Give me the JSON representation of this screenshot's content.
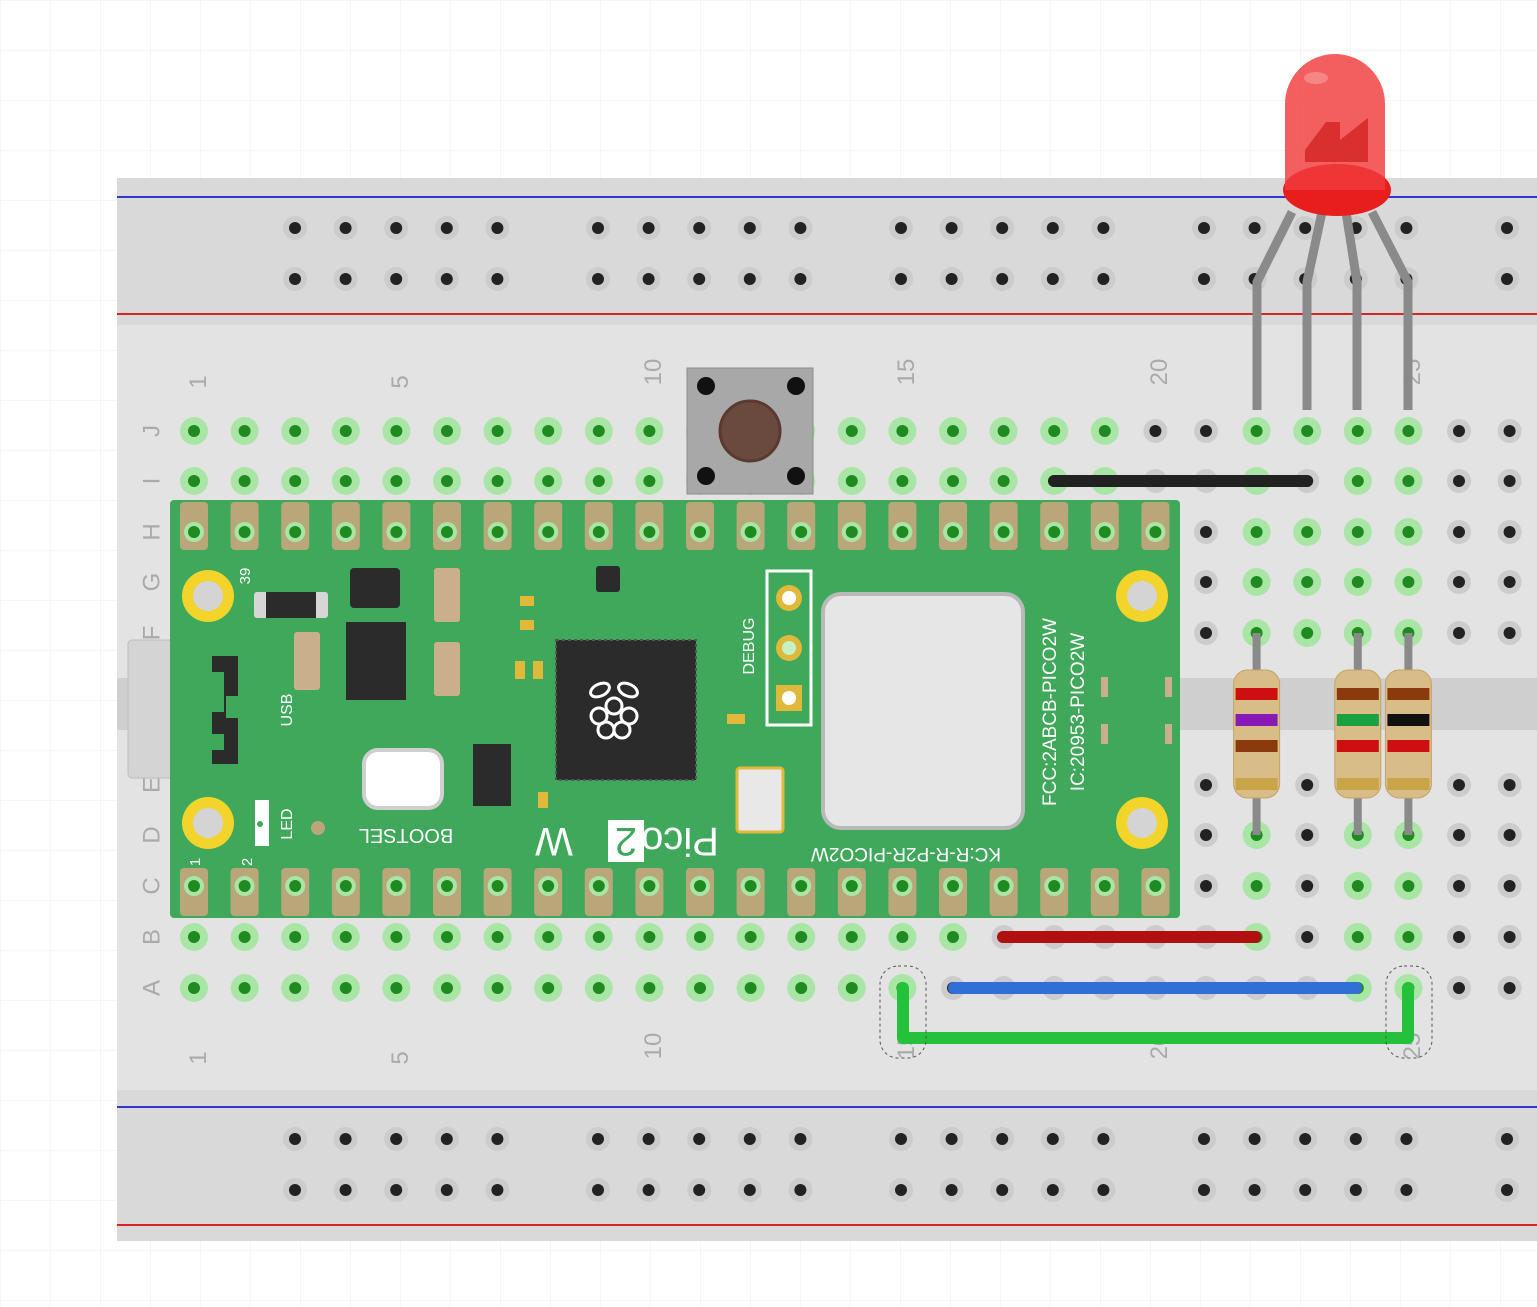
{
  "breadboard": {
    "row_letters": [
      "J",
      "I",
      "H",
      "G",
      "F",
      "E",
      "D",
      "C",
      "B",
      "A"
    ],
    "column_numbers_top": [
      "1",
      "5",
      "10",
      "15",
      "20",
      "25"
    ],
    "column_numbers_bottom": [
      "1",
      "5",
      "10",
      "15",
      "20",
      "25"
    ]
  },
  "pico": {
    "pin_label_39": "39",
    "pin_label_1": "1",
    "pin_label_2": "2",
    "usb_label": "USB",
    "led_label": "LED",
    "bootsel_label": "BOOTSEL",
    "debug_label": "DEBUG",
    "fcc_label": "FCC:2ABCB-PICO2W",
    "ic_label": "IC:20953-PICO2W",
    "kc_label": "KC:R-R-P2R-PICO2W",
    "brand_pico": "Pico",
    "brand_2": "2",
    "brand_w": "W"
  },
  "resistors": [
    {
      "bands": [
        "#cc1010",
        "#8a1ab8",
        "#8a3a0c",
        "#c9a54a"
      ]
    },
    {
      "bands": [
        "#8a3a0c",
        "#1aa040",
        "#cc1010",
        "#c9a54a"
      ]
    },
    {
      "bands": [
        "#8a3a0c",
        "#111111",
        "#cc1010",
        "#c9a54a"
      ]
    }
  ],
  "wires": [
    {
      "color": "#222222"
    },
    {
      "color": "#b01010"
    },
    {
      "color": "#2f6fd6"
    },
    {
      "color": "#23c23a"
    }
  ],
  "led": {
    "color": "#f03a3a"
  }
}
